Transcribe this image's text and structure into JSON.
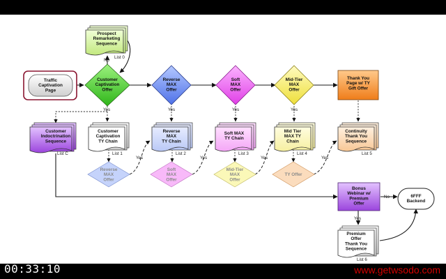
{
  "nodes": {
    "prospect_remarketing": "Prospect\nRemarketing\nSequence",
    "traffic_page": "Traffic\nCaptivation\nPage",
    "customer_captivation_offer": "Customer\nCaptivation\nOffer",
    "reverse_max_offer": "Reverse\nMAX\nOffer",
    "soft_max_offer": "Soft\nMAX\nOffer",
    "midtier_max_offer": "Mid-Tier\nMAX\nOffer",
    "thank_you_page": "Thank You\nPage w/ TY\nGift Offer",
    "customer_indoctrination": "Customer\nIndoctrination\nSequence",
    "customer_captivation_ty": "Customer\nCaptivation\nTY Chain",
    "reverse_max_ty": "Reverse\nMAX\nTY Chain",
    "soft_max_ty": "Soft MAX\nTY Chain",
    "midtier_max_ty": "Mid Tier\nMAX TY\nChain",
    "continuity_ty": "Continuity\nThank You\nSequence",
    "reverse_max_offer_2": "Reverse\nMAX\nOffer",
    "soft_max_offer_2": "Soft\nMAX\nOffer",
    "midtier_max_offer_2": "Mid-Tier\nMAX\nOffer",
    "ty_offer": "TY Offer",
    "bonus_webinar": "Bonus\nWebinar w/\nPremium\nOffer",
    "sixfff_backend": "6FFF\nBackend",
    "premium_offer_ty": "Premium\nOffer\nThank You\nSequence"
  },
  "list_labels": {
    "list0": "List 0",
    "listC": "List C",
    "list1": "List 1",
    "list2": "List 2",
    "list3": "List 3",
    "list4": "List 4",
    "list5": "List 5",
    "list6": "List 6"
  },
  "edge_labels": {
    "no_top": "No",
    "yes_1": "Yes",
    "yes_2": "Yes",
    "yes_3": "Yes",
    "yes_4": "Yes",
    "yes_d1": "Yes",
    "yes_d2": "Yes",
    "yes_d3": "Yes",
    "yes_d4": "Yes",
    "no_bonus": "No",
    "yes_bonus": "Yes"
  },
  "overlay": {
    "timer": "00:33:10",
    "website": "www.getwsodo.com"
  },
  "colors": {
    "green": "#48d12c",
    "blue": "#6f8ff0",
    "magenta": "#f06cf3",
    "yellow": "#f6f07a",
    "orange": "#f59a3e",
    "purple": "#b86ee8",
    "prospect_green": "#d7f2a3",
    "watermark": "#d40000"
  }
}
